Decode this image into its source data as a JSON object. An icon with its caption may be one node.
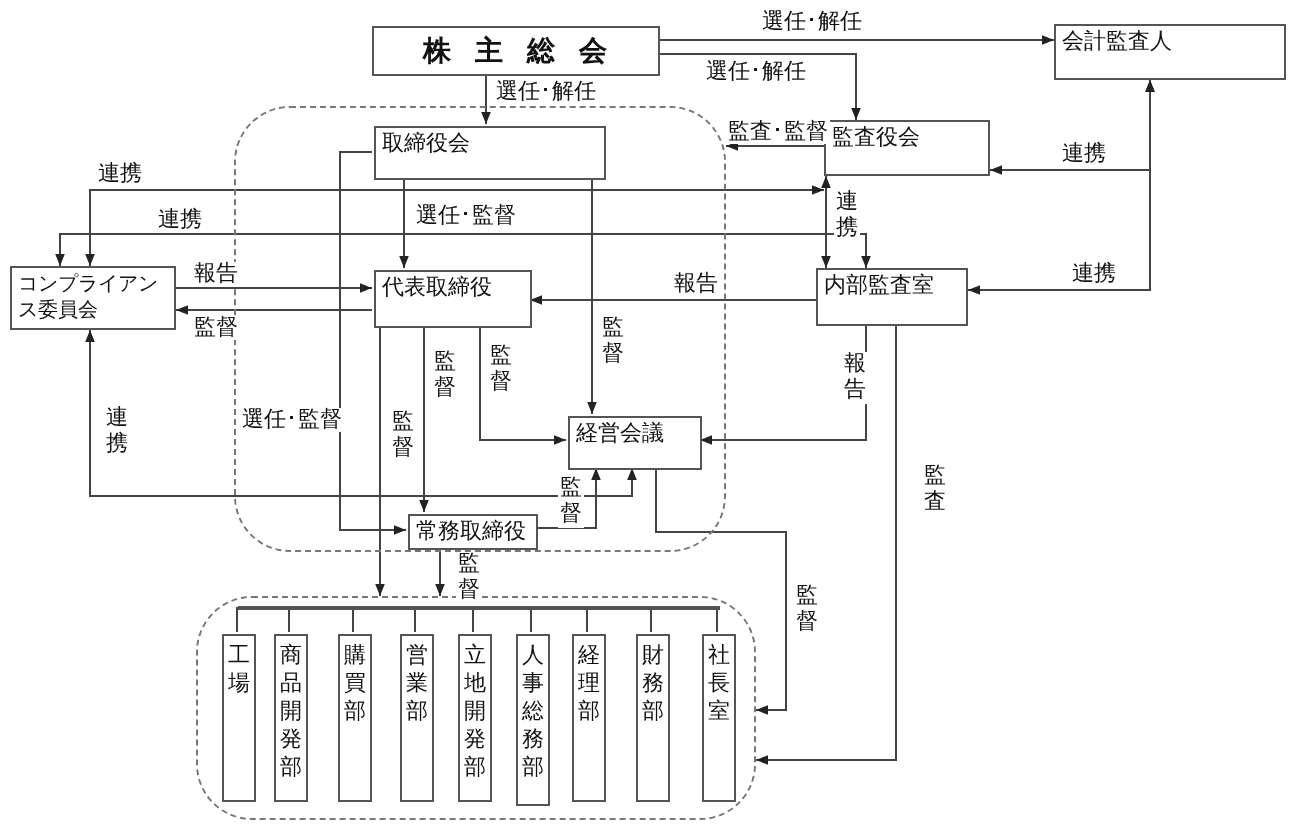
{
  "diagram": {
    "nodes": [
      {
        "text": [
          "株主総会"
        ]
      },
      {
        "text": [
          "会計監査人"
        ]
      },
      {
        "text": [],
        "shape": "box"
      },
      {
        "text": [
          "取締役会"
        ],
        "in": 2
      },
      {
        "text": [
          "監査役会"
        ]
      },
      {
        "text": [
          "コンプライアンス委員会"
        ]
      },
      {
        "text": [
          "代表取締役"
        ],
        "in": 2
      },
      {
        "text": [
          "内部監査室"
        ]
      },
      {
        "text": [
          "経営会議"
        ],
        "in": 2
      },
      {
        "text": [
          "常務取締役"
        ],
        "in": 2
      },
      {
        "text": [],
        "shape": "box"
      },
      {
        "text": [],
        "shape": "bar",
        "in": 10
      },
      {
        "text": [
          "工場"
        ],
        "in": 10
      },
      {
        "text": [
          "商品開発部"
        ],
        "in": 10
      },
      {
        "text": [
          "購買部"
        ],
        "in": 10
      },
      {
        "text": [
          "営業部"
        ],
        "in": 10
      },
      {
        "text": [
          "立地開発部"
        ],
        "in": 10
      },
      {
        "text": [
          "人事総務部"
        ],
        "in": 10
      },
      {
        "text": [
          "経理部"
        ],
        "in": 10
      },
      {
        "text": [
          "財務部"
        ],
        "in": 10
      },
      {
        "text": [
          "社長室"
        ],
        "in": 10
      }
    ],
    "edges": [
      {
        "from": 0,
        "to": 1,
        "arrow": "to",
        "label": "選任･解任"
      },
      {
        "from": 0,
        "to": 4,
        "arrow": "to",
        "label": "選任･解任"
      },
      {
        "from": 0,
        "to": 3,
        "arrow": "to",
        "label": "選任･解任"
      },
      {
        "from": 4,
        "to": 2,
        "arrow": "to",
        "label": "監査･監督"
      },
      {
        "from": 5,
        "to": 4,
        "arrow": "both",
        "label": "連携"
      },
      {
        "from": 5,
        "to": 7,
        "arrow": "both",
        "label": "連携"
      },
      {
        "from": 5,
        "to": 6,
        "arrow": "to",
        "label": "報告"
      },
      {
        "from": 6,
        "to": 5,
        "arrow": "to",
        "label": "監督"
      },
      {
        "from": 3,
        "to": 6,
        "arrow": "to",
        "label": "選任･監督"
      },
      {
        "from": 3,
        "to": 8,
        "arrow": "to",
        "label": "監督"
      },
      {
        "from": 3,
        "to": 9,
        "arrow": "to",
        "label": "選任･監督"
      },
      {
        "from": 7,
        "to": 6,
        "arrow": "to",
        "label": "報告"
      },
      {
        "from": 4,
        "to": 7,
        "arrow": "both",
        "label": "連携"
      },
      {
        "from": 1,
        "to": 4,
        "arrow": "both",
        "label": "連携"
      },
      {
        "from": 1,
        "to": 7,
        "arrow": "both",
        "label": "連携"
      },
      {
        "from": 6,
        "to": 8,
        "arrow": "to",
        "label": "監督"
      },
      {
        "from": 6,
        "to": 10,
        "arrow": "to",
        "label": "監督"
      },
      {
        "from": 6,
        "to": 9,
        "arrow": "to",
        "label": "監督"
      },
      {
        "from": 7,
        "to": 8,
        "arrow": "to",
        "label": "報告"
      },
      {
        "from": 7,
        "to": 10,
        "arrow": "to",
        "label": "監査"
      },
      {
        "from": 8,
        "to": 10,
        "arrow": "to",
        "label": "監督"
      },
      {
        "from": 9,
        "to": 8,
        "arrow": "to",
        "label": "監督"
      },
      {
        "from": 5,
        "to": 8,
        "arrow": "both",
        "label": "連携"
      },
      {
        "from": 9,
        "to": 10,
        "arrow": "to",
        "label": "監督"
      },
      {
        "from": 11,
        "to": 12,
        "arrow": "none"
      },
      {
        "from": 11,
        "to": 13,
        "arrow": "none"
      },
      {
        "from": 11,
        "to": 14,
        "arrow": "none"
      },
      {
        "from": 11,
        "to": 15,
        "arrow": "none"
      },
      {
        "from": 11,
        "to": 16,
        "arrow": "none"
      },
      {
        "from": 11,
        "to": 17,
        "arrow": "none"
      },
      {
        "from": 11,
        "to": 18,
        "arrow": "none"
      },
      {
        "from": 11,
        "to": 19,
        "arrow": "none"
      },
      {
        "from": 11,
        "to": 20,
        "arrow": "none"
      }
    ]
  }
}
